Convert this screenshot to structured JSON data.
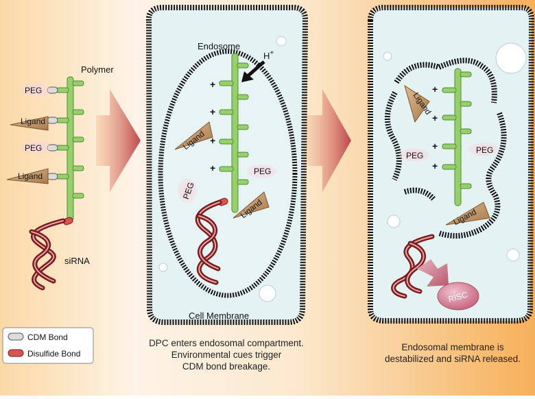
{
  "panel1": {
    "polymer_label": "Polymer",
    "peg_labels": [
      "PEG",
      "PEG"
    ],
    "ligand_labels": [
      "Ligand",
      "Ligand"
    ],
    "sirna_label": "siRNA"
  },
  "panel2": {
    "endosome_label": "Endosome",
    "proton_label": "H",
    "proton_charge": "+",
    "ligand_labels": [
      "Ligand",
      "Ligand"
    ],
    "peg_labels": [
      "PEG",
      "PEG"
    ],
    "cell_membrane_label": "Cell Membrane",
    "caption_lines": [
      "DPC enters endosomal compartment.",
      "Environmental cues trigger",
      "CDM bond breakage."
    ]
  },
  "panel3": {
    "ligand_labels": [
      "Ligand",
      "Ligand"
    ],
    "peg_labels": [
      "PEG",
      "PEG"
    ],
    "risc_label": "RISC",
    "caption_lines": [
      "Endosomal membrane is",
      "destabilized and siRNA released."
    ]
  },
  "legend": {
    "cdm_label": "CDM Bond",
    "disulfide_label": "Disulfide Bond"
  },
  "charge_symbol": "+",
  "colors": {
    "background_light": "#fdf3e4",
    "background_orange": "#f7b763",
    "cell_fill": "#e6f2f1",
    "polymer_green": "#97cf6a",
    "polymer_outline": "#4f8a37",
    "ligand_tan": "#c39a6b",
    "peg_pink": "#f3c9d4",
    "sirna_red": "#a6262c",
    "risc_pink": "#d47f95",
    "arrow_red": "#c0454d"
  }
}
